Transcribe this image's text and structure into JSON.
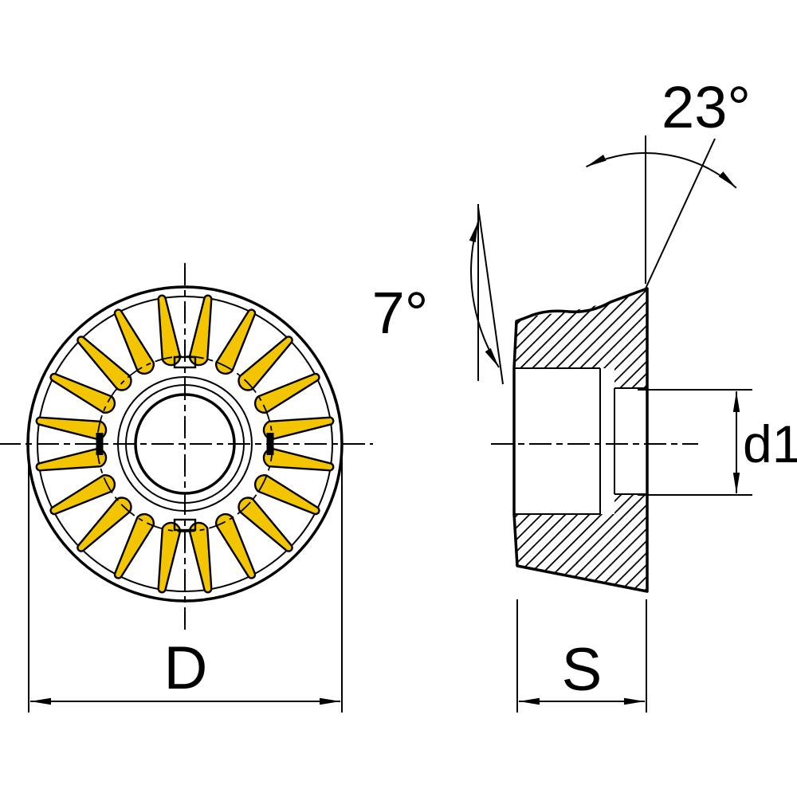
{
  "drawing": {
    "type": "technical-drawing",
    "subject": "round-milling-insert",
    "colors": {
      "insert_fill": "#F2C500",
      "line": "#000000",
      "hole_fill": "#FFFFFF",
      "background": "#FFFFFF"
    },
    "front_view": {
      "serration_count": 20,
      "labels": {
        "diameter": "D"
      }
    },
    "side_view": {
      "labels": {
        "top_angle": "23°",
        "clearance_angle": "7°",
        "bore_diameter": "d1",
        "thickness": "S"
      }
    }
  }
}
